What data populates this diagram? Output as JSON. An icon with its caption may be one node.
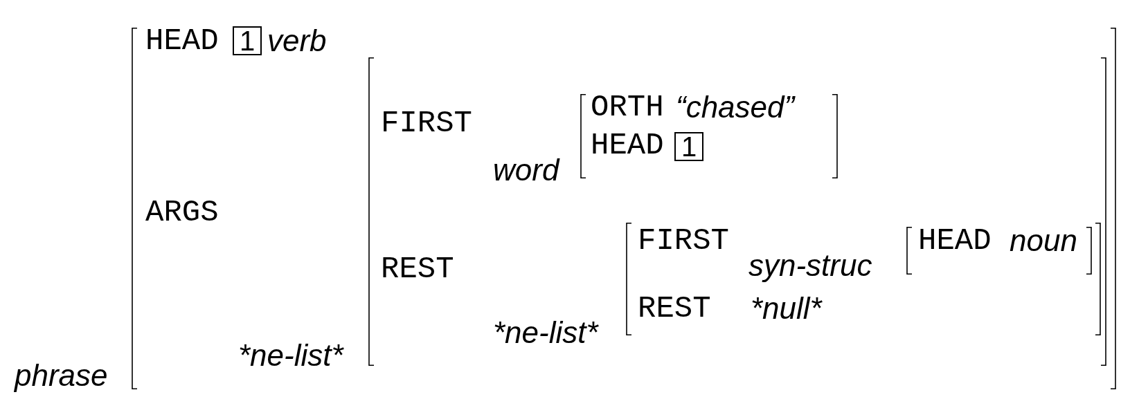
{
  "diagram": {
    "nodes": [
      {
        "text": [
          "phrase",
          "HEAD",
          "verb",
          "ARGS"
        ]
      },
      {
        "text": [
          "1"
        ],
        "in": 0
      },
      {
        "text": [
          "*ne-list*",
          "FIRST",
          "REST"
        ],
        "in": 0
      },
      {
        "text": [
          "word",
          "ORTH",
          "“chased”",
          "HEAD"
        ],
        "in": 2
      },
      {
        "text": [
          "1"
        ],
        "in": 3
      },
      {
        "text": [
          "*ne-list*",
          "FIRST",
          "REST",
          "*null*"
        ],
        "in": 2
      },
      {
        "text": [
          "syn-struc",
          "HEAD",
          "noun"
        ],
        "in": 5
      }
    ]
  }
}
